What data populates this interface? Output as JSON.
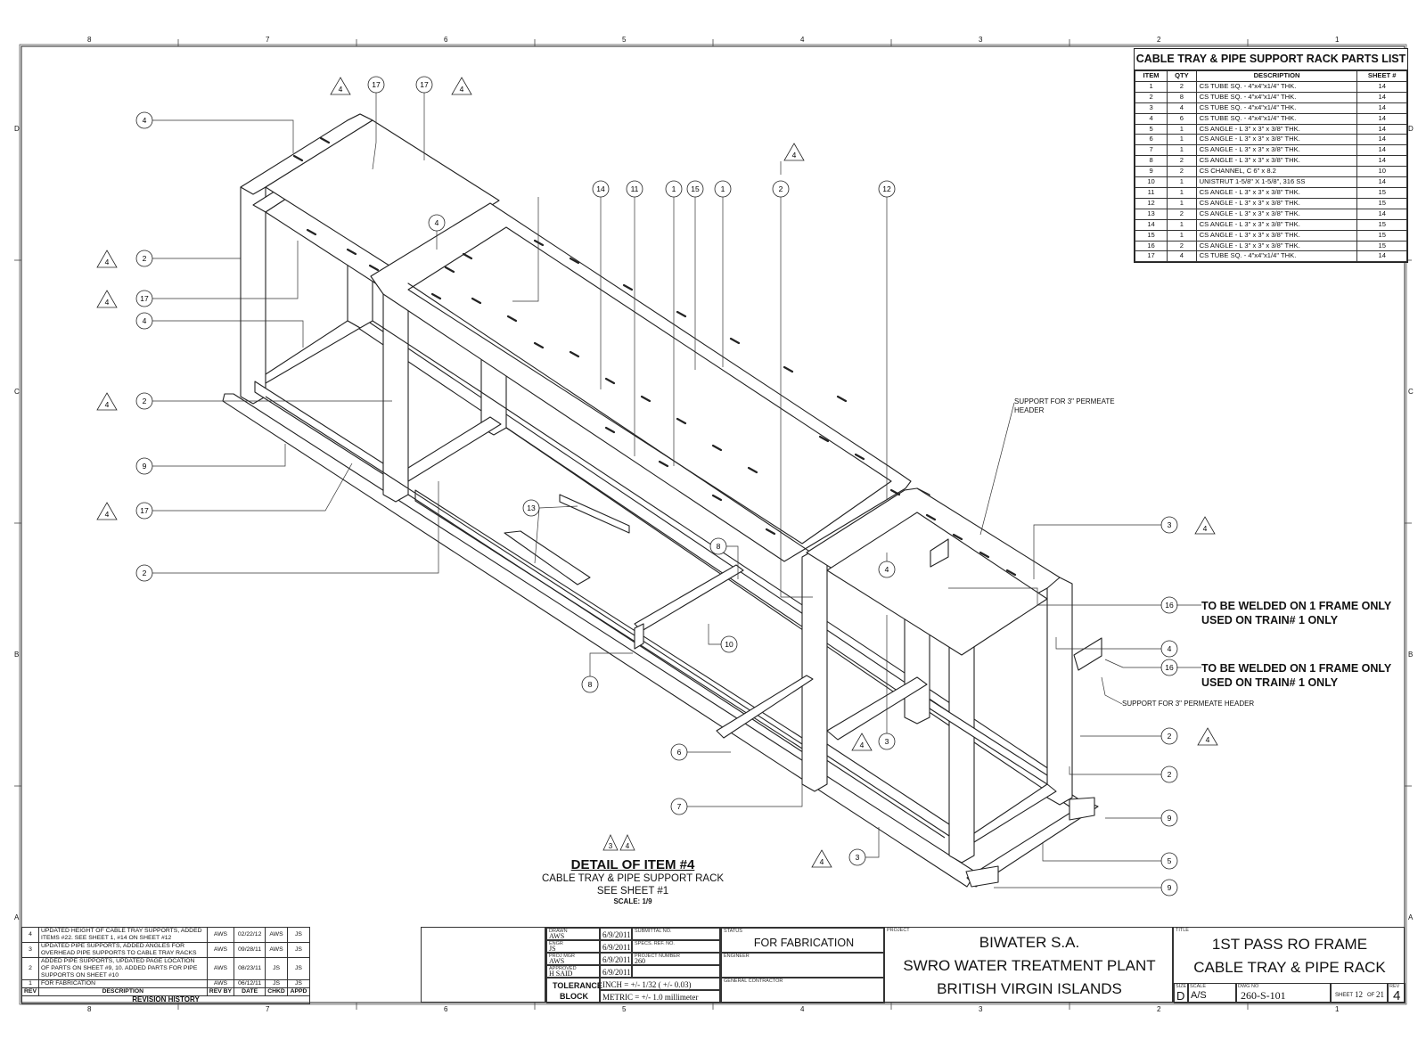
{
  "zones": {
    "columns": [
      "8",
      "7",
      "6",
      "5",
      "4",
      "3",
      "2",
      "1"
    ],
    "rows": [
      "D",
      "C",
      "B",
      "A"
    ]
  },
  "parts_list": {
    "title": "CABLE TRAY & PIPE SUPPORT RACK PARTS LIST",
    "headers": [
      "ITEM",
      "QTY",
      "DESCRIPTION",
      "SHEET #"
    ],
    "rows": [
      [
        "1",
        "2",
        "CS TUBE SQ. - 4\"x4\"x1/4\" THK.",
        "14"
      ],
      [
        "2",
        "8",
        "CS TUBE SQ. - 4\"x4\"x1/4\" THK.",
        "14"
      ],
      [
        "3",
        "4",
        "CS TUBE SQ. - 4\"x4\"x1/4\" THK.",
        "14"
      ],
      [
        "4",
        "6",
        "CS TUBE SQ. - 4\"x4\"x1/4\" THK.",
        "14"
      ],
      [
        "5",
        "1",
        "CS ANGLE  - L 3\" x 3\" x 3/8\" THK.",
        "14"
      ],
      [
        "6",
        "1",
        "CS ANGLE  - L 3\" x 3\" x 3/8\" THK.",
        "14"
      ],
      [
        "7",
        "1",
        "CS ANGLE  - L 3\" x 3\" x 3/8\" THK.",
        "14"
      ],
      [
        "8",
        "2",
        "CS ANGLE  - L 3\" x 3\" x 3/8\" THK.",
        "14"
      ],
      [
        "9",
        "2",
        "CS CHANNEL, C 6\" x 8.2",
        "10"
      ],
      [
        "10",
        "1",
        "UNISTRUT 1-5/8\" X 1-5/8\", 316 SS",
        "14"
      ],
      [
        "11",
        "1",
        "CS ANGLE  - L 3\" x 3\" x 3/8\" THK.",
        "15"
      ],
      [
        "12",
        "1",
        "CS ANGLE  - L 3\" x 3\" x 3/8\" THK.",
        "15"
      ],
      [
        "13",
        "2",
        "CS ANGLE  - L 3\" x 3\" x 3/8\" THK.",
        "14"
      ],
      [
        "14",
        "1",
        "CS ANGLE  - L 3\" x 3\" x 3/8\" THK.",
        "15"
      ],
      [
        "15",
        "1",
        "CS ANGLE  - L 3\" x 3\" x 3/8\" THK.",
        "15"
      ],
      [
        "16",
        "2",
        "CS ANGLE  - L 3\" x 3\" x 3/8\" THK.",
        "15"
      ],
      [
        "17",
        "4",
        "CS TUBE SQ. - 4\"x4\"x1/4\" THK.",
        "14"
      ]
    ]
  },
  "callouts": [
    "4",
    "17",
    "17",
    "4",
    "4",
    "2",
    "4",
    "17",
    "4",
    "4",
    "2",
    "9",
    "4",
    "17",
    "4",
    "2",
    "4",
    "14",
    "11",
    "1",
    "15",
    "1",
    "2",
    "12",
    "4",
    "13",
    "8",
    "10",
    "8",
    "6",
    "7",
    "3",
    "4",
    "3",
    "4",
    "4",
    "16",
    "4",
    "16",
    "2",
    "4",
    "2",
    "9",
    "5",
    "9",
    "3",
    "4",
    "4",
    "3",
    "4"
  ],
  "notes": {
    "support_header_1": "SUPPORT FOR 3\" PERMEATE HEADER",
    "support_header_2": "SUPPORT FOR 3\" PERMEATE HEADER",
    "weld_note_line1": "TO BE WELDED ON 1 FRAME ONLY",
    "weld_note_line2": "USED ON TRAIN# 1 ONLY"
  },
  "detail": {
    "heading": "DETAIL OF ITEM #4",
    "line1": "CABLE TRAY & PIPE SUPPORT RACK",
    "line2": "SEE SHEET #1",
    "scale": "SCALE: 1/9",
    "rev_triangles": [
      "3",
      "4"
    ]
  },
  "revision_history": {
    "title": "REVISION HISTORY",
    "headers": [
      "REV",
      "DESCRIPTION",
      "REV BY",
      "DATE",
      "CHKD",
      "APPD"
    ],
    "rows": [
      [
        "4",
        "UPDATED HEIGHT OF CABLE TRAY SUPPORTS, ADDED ITEMS #22. SEE SHEET 1, #14 ON SHEET #12",
        "AWS",
        "02/22/12",
        "AWS",
        "JS"
      ],
      [
        "3",
        "UPDATED PIPE SUPPORTS, ADDED ANGLES FOR OVERHEAD PIPE SUPPORTS TO CABLE TRAY RACKS",
        "AWS",
        "09/28/11",
        "AWS",
        "JS"
      ],
      [
        "2",
        "ADDED PIPE SUPPORTS, UPDATED PAGE LOCATION OF PARTS ON SHEET #9, 10.  ADDED PARTS FOR PIPE SUPPORTS ON SHEET #10",
        "AWS",
        "08/23/11",
        "JS",
        "JS"
      ],
      [
        "1",
        "FOR FABRICATION",
        "AWS",
        "06/12/11",
        "JS",
        "JS"
      ]
    ]
  },
  "title_block": {
    "drawn_label": "DRAWN",
    "drawn": "AWS",
    "engr_label": "ENGR",
    "engr": "JS",
    "proj_mgr_label": "PROJ MGR",
    "proj_mgr": "AWS",
    "approved_label": "APPROVED",
    "approved": "H SAID",
    "date1": "6/9/2011",
    "date2": "6/9/2011",
    "date3": "6/9/2011",
    "date4": "6/9/2011",
    "submittal_label": "SUBMITTAL NO.",
    "specs_label": "SPECS. REF. NO.",
    "project_number_label": "PROJECT NUMBER",
    "project_number": "260",
    "tolerance_label": "TOLERANCE BLOCK",
    "tolerance_inch": "INCH = +/- 1/32 ( +/- 0.03)",
    "tolerance_metric": "METRIC = +/- 1.0 millimeter",
    "status_label": "STATUS",
    "status": "FOR FABRICATION",
    "engineer_label": "ENGINEER",
    "general_contractor_label": "GENERAL CONTRACTOR",
    "project_label": "PROJECT",
    "project_line1": "BIWATER S.A.",
    "project_line2": "SWRO WATER TREATMENT PLANT",
    "project_line3": "BRITISH VIRGIN ISLANDS",
    "title_label": "TITLE",
    "title_line1": "1ST PASS RO FRAME",
    "title_line2": "CABLE TRAY & PIPE RACK",
    "size_label": "SIZE",
    "size": "D",
    "scale_label": "SCALE",
    "scale": "A/S",
    "dwg_label": "DWG NO",
    "dwg_no": "260-S-101",
    "sheet_label": "SHEET",
    "sheet": "12",
    "of_label": "OF",
    "of": "21",
    "rev_label": "REV",
    "rev": "4"
  }
}
